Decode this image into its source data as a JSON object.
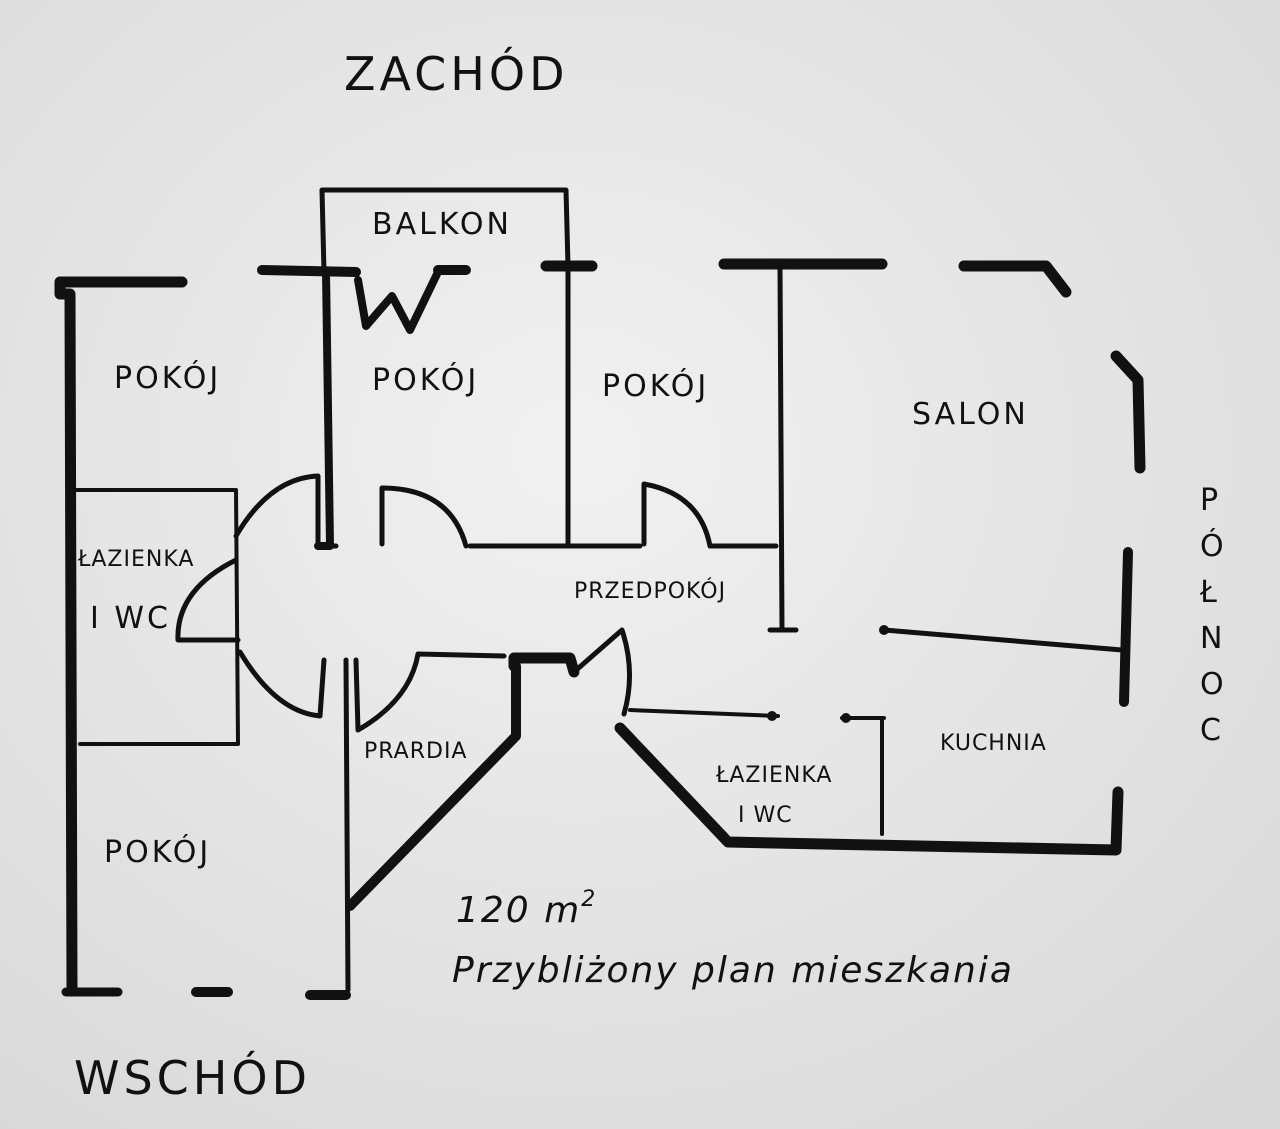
{
  "directions": {
    "west": "ZACHÓD",
    "east": "WSCHÓD",
    "north": "PÓŁNOC"
  },
  "rooms": {
    "balkon": "BALKON",
    "pokoj_left": "POKÓJ",
    "pokoj_middle": "POKÓJ",
    "pokoj_right": "POKÓJ",
    "salon": "SALON",
    "lazienka_left": "ŁAZIENKA",
    "lazienka_left_wc": "I WC",
    "przedpokoj": "PRZEDPOKÓJ",
    "garderoba": "PRARDIA",
    "pokoj_bottom": "POKÓJ",
    "kuchnia": "KUCHNIA",
    "lazienka_right": "ŁAZIENKA",
    "lazienka_right_wc": "I WC"
  },
  "area": {
    "value": "120 m",
    "superscript": "2"
  },
  "caption": "Przybliżony plan mieszkania"
}
